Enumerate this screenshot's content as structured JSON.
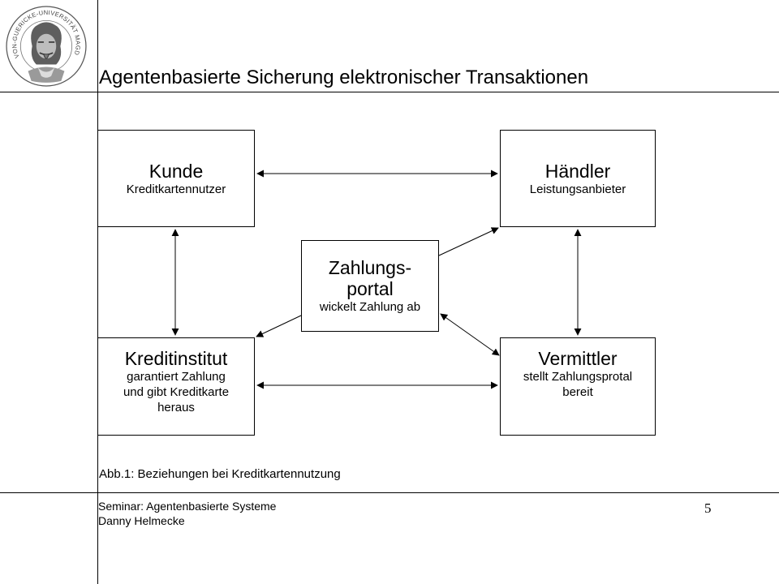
{
  "title": "Agentenbasierte Sicherung elektronischer Transaktionen",
  "logo": {
    "icon": "university-seal-icon",
    "text": "OTTO-VON-GUERICKE-UNIVERSITÄT MAGDEBURG"
  },
  "nodes": {
    "kunde": {
      "name": "Kunde",
      "desc": "Kreditkartennutzer"
    },
    "haendler": {
      "name": "Händler",
      "desc": "Leistungsanbieter"
    },
    "portal": {
      "name_line1": "Zahlungs-",
      "name_line2": "portal",
      "desc": "wickelt Zahlung ab"
    },
    "kreditinstitut": {
      "name": "Kreditinstitut",
      "desc_line1": "garantiert Zahlung",
      "desc_line2": "und gibt Kreditkarte",
      "desc_line3": "heraus"
    },
    "vermittler": {
      "name": "Vermittler",
      "desc_line1": "stellt Zahlungsprotal",
      "desc_line2": "bereit"
    }
  },
  "edges": [
    {
      "from": "kunde",
      "to": "haendler",
      "direction": "both"
    },
    {
      "from": "kunde",
      "to": "kreditinstitut",
      "direction": "both"
    },
    {
      "from": "haendler",
      "to": "vermittler",
      "direction": "both"
    },
    {
      "from": "kreditinstitut",
      "to": "vermittler",
      "direction": "both"
    },
    {
      "from": "portal",
      "to": "haendler",
      "direction": "forward"
    },
    {
      "from": "portal",
      "to": "kreditinstitut",
      "direction": "forward"
    },
    {
      "from": "portal",
      "to": "vermittler",
      "direction": "both"
    }
  ],
  "caption": "Abb.1: Beziehungen bei Kreditkartennutzung",
  "footer": {
    "line1": "Seminar: Agentenbasierte Systeme",
    "line2": "Danny Helmecke"
  },
  "page_number": "5"
}
